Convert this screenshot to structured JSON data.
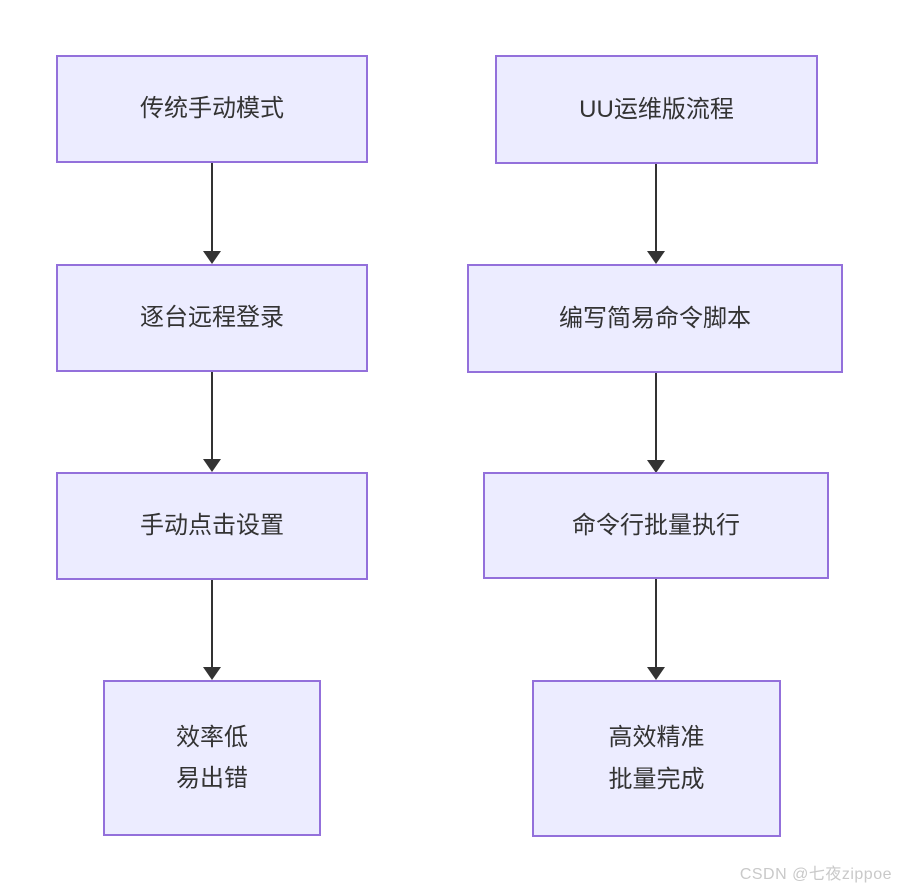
{
  "diagram": {
    "title": "manual-vs-uu-ops-flow-comparison",
    "colors": {
      "node_fill": "#ECECFF",
      "node_border": "#9370DB",
      "arrow_color": "#333333",
      "text_color": "#333333",
      "watermark_color": "#c9c9c9"
    },
    "columns": [
      {
        "id": "traditional-manual",
        "nodes": [
          {
            "label": "传统手动模式"
          },
          {
            "label": "逐台远程登录"
          },
          {
            "label": "手动点击设置"
          },
          {
            "label": "效率低\n易出错"
          }
        ]
      },
      {
        "id": "uu-ops",
        "nodes": [
          {
            "label": "UU运维版流程"
          },
          {
            "label": "编写简易命令脚本"
          },
          {
            "label": "命令行批量执行"
          },
          {
            "label": "高效精准\n批量完成"
          }
        ]
      }
    ]
  },
  "watermark": {
    "text": "CSDN @七夜zippoe"
  }
}
